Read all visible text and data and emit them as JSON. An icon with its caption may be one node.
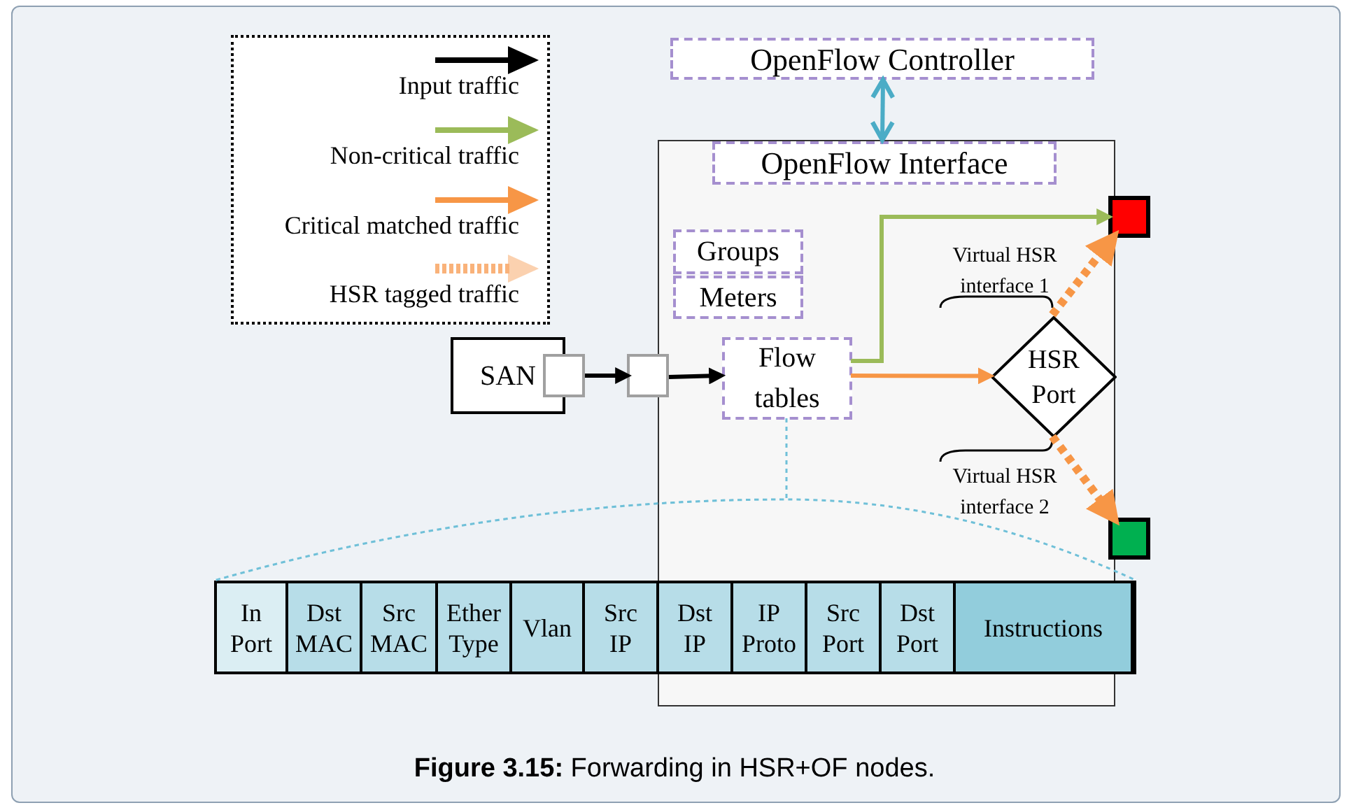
{
  "diagram": {
    "caption": "**Figure 3.15:** Forwarding in HSR+OF nodes.",
    "nodes": [
      {
        "text": [
          "OpenFlow Controller"
        ]
      },
      {
        "text": [],
        "shape": "box"
      },
      {
        "text": [
          "OpenFlow Interface"
        ],
        "in": 1
      },
      {
        "text": [
          "Groups"
        ],
        "in": 1
      },
      {
        "text": [
          "Meters"
        ],
        "in": 1
      },
      {
        "text": [
          "SAN"
        ]
      },
      {
        "text": [],
        "shape": "box"
      },
      {
        "text": [],
        "shape": "box"
      },
      {
        "text": [
          "Flow tables"
        ],
        "in": 1
      },
      {
        "text": [
          "HSR Port"
        ],
        "in": 1
      },
      {
        "text": [],
        "shape": "box"
      },
      {
        "text": [],
        "shape": "box"
      },
      {
        "text": [],
        "shape": "box"
      }
    ],
    "edges": [
      {
        "from": 0,
        "to": 2,
        "arrow": "both",
        "color": "#4bacc6"
      },
      {
        "from": 6,
        "to": 7,
        "arrow": "to",
        "color": "#000000"
      },
      {
        "from": 7,
        "to": 8,
        "arrow": "to",
        "color": "#000000"
      },
      {
        "from": 8,
        "to": 10,
        "arrow": "to",
        "color": "#9bbb59"
      },
      {
        "from": 8,
        "to": 9,
        "arrow": "to",
        "color": "#f79646"
      },
      {
        "from": 9,
        "to": 10,
        "arrow": "to",
        "style": "dashed",
        "color": "#f79646"
      },
      {
        "from": 9,
        "to": 11,
        "arrow": "to",
        "style": "dashed",
        "color": "#f79646"
      },
      {
        "from": 8,
        "to": 12,
        "arrow": "none",
        "style": "dashed",
        "color": "#6fc0d8"
      }
    ],
    "labels": [
      "Virtual HSR interface 1",
      "Virtual HSR interface 2",
      "In Port",
      "Dst MAC",
      "Src MAC",
      "Ether Type",
      "Vlan",
      "Src IP",
      "Dst IP",
      "IP Proto",
      "Src Port",
      "Dst Port",
      "Instructions"
    ],
    "legend": [
      {
        "text": "Input traffic"
      },
      {
        "text": "Non-critical traffic"
      },
      {
        "text": "Critical matched traffic"
      },
      {
        "text": "HSR tagged traffic"
      }
    ]
  }
}
